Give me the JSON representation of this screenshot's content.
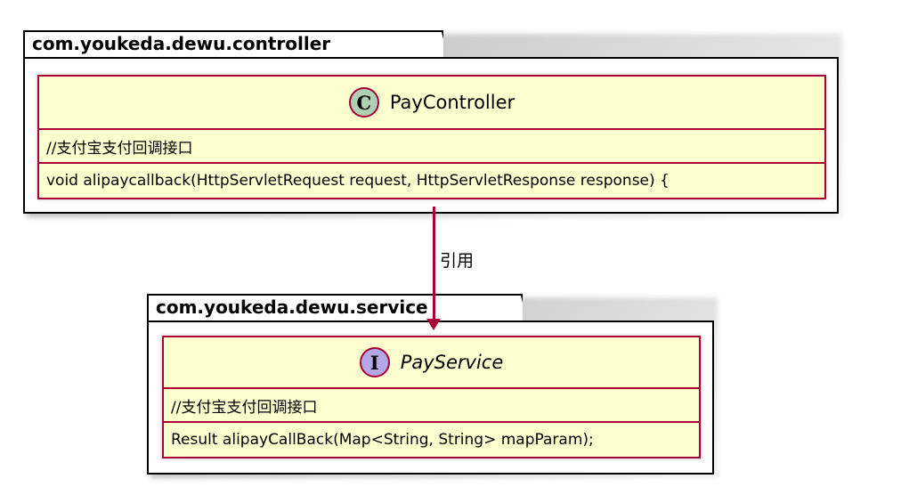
{
  "diagram": {
    "type": "uml-class-diagram",
    "colors": {
      "class_border": "#A80036",
      "class_fill": "#FEFECE",
      "package_border": "#000000",
      "package_fill": "#FFFFFF",
      "class_icon_fill": "#ADD1B2",
      "interface_icon_fill": "#B4A7E5",
      "arrow": "#A80036"
    }
  },
  "packages": [
    {
      "name": "com.youkeda.dewu.controller",
      "class": {
        "icon": "C",
        "icon_name": "class-stereotype-icon",
        "title": "PayController",
        "italic": false,
        "rows": [
          "//支付宝支付回调接口",
          "void alipaycallback(HttpServletRequest request, HttpServletResponse response) {"
        ]
      }
    },
    {
      "name": "com.youkeda.dewu.service",
      "class": {
        "icon": "I",
        "icon_name": "interface-stereotype-icon",
        "title": "PayService",
        "italic": true,
        "rows": [
          "//支付宝支付回调接口",
          "Result alipayCallBack(Map<String, String> mapParam);"
        ]
      }
    }
  ],
  "relations": [
    {
      "label": "引用",
      "from": "PayController",
      "to": "PayService",
      "style": "solid",
      "arrowhead": "filled"
    }
  ]
}
